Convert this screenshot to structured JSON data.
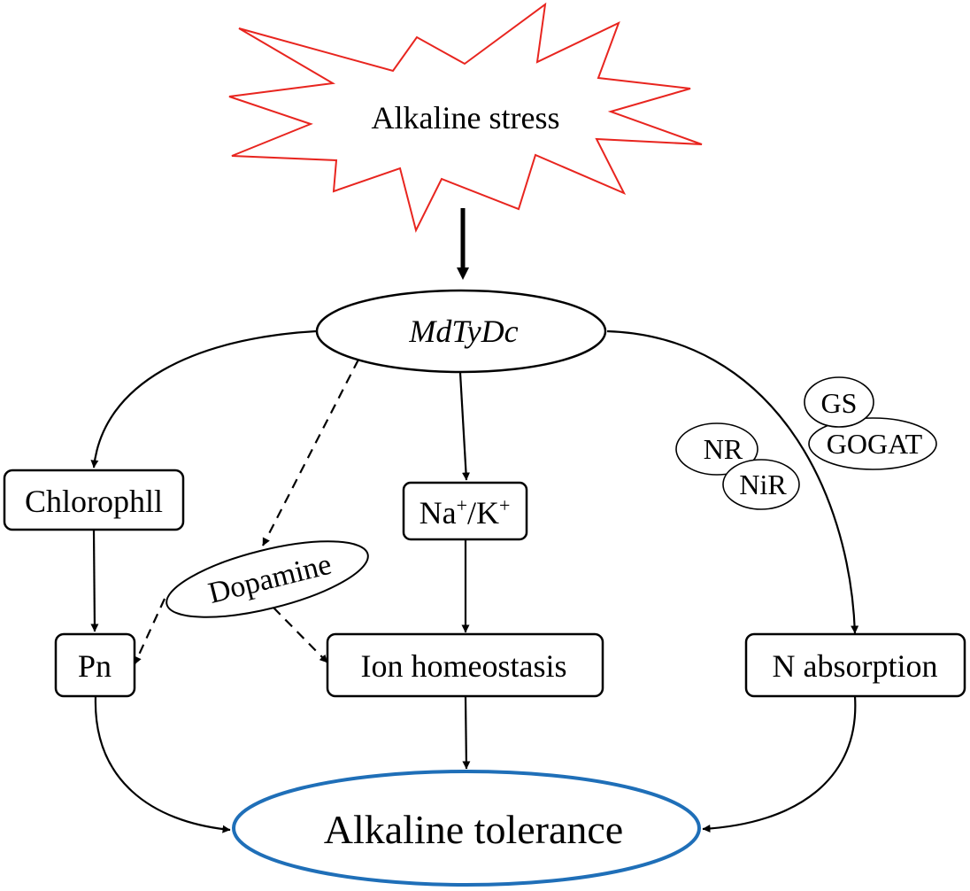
{
  "colors": {
    "stress_outline": "#e8251f",
    "tolerance_outline": "#1f6fb8",
    "line": "#000000"
  },
  "labels": {
    "stress": "Alkaline stress",
    "gene": "MdTyDc",
    "chlorophyll": "Chlorophll",
    "dopamine": "Dopamine",
    "na": "Na",
    "sup_plus": "+",
    "slash_k": "/K",
    "pn": "Pn",
    "ion_homeostasis": "Ion homeostasis",
    "n_absorption": "N absorption",
    "gs": "GS",
    "gogat": "GOGAT",
    "nr": "NR",
    "nir": "NiR",
    "tolerance": "Alkaline tolerance"
  }
}
